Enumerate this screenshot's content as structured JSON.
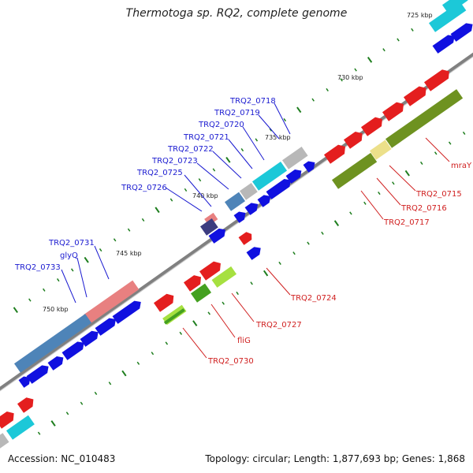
{
  "title": "Thermotoga sp. RQ2, complete genome",
  "accession": "Accession: NC_010483",
  "topology": "Topology: circular; Length: 1,877,693 bp; Genes: 1,868",
  "kbp_labels": [
    "725 kbp",
    "730 kbp",
    "735 kbp",
    "740 kbp",
    "745 kbp",
    "750 kbp"
  ],
  "gene_labels_top": [
    "TRQ2_0718",
    "TRQ2_0719",
    "TRQ2_0720",
    "TRQ2_0721",
    "TRQ2_0722",
    "TRQ2_0723",
    "TRQ2_0725",
    "TRQ2_0726",
    "TRQ2_0731",
    "glyQ",
    "TRQ2_0733"
  ],
  "gene_labels_bottom": [
    "mraY",
    "TRQ2_0715",
    "TRQ2_0716",
    "TRQ2_0717",
    "TRQ2_0724",
    "TRQ2_0727",
    "fliG",
    "TRQ2_0730"
  ],
  "colors": {
    "blue_gene": "#1010e0",
    "red_gene": "#e41e1e",
    "cyan": "#1cc8d8",
    "steel": "#4e84b8",
    "salmon": "#e88080",
    "olive": "#6e9220",
    "green": "#44a020",
    "lime": "#a6e040",
    "khaki": "#ece08a",
    "grey": "#b8b8b8",
    "navy": "#3c3c80",
    "backbone": "#808080",
    "tick": "#1e7e1e"
  }
}
